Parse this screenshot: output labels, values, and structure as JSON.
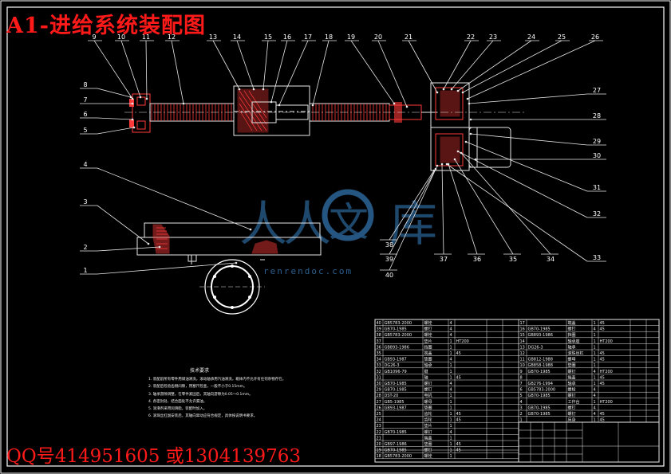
{
  "title": "A1-进给系统装配图",
  "contact": "QQ号414951605 或1304139763",
  "watermark": {
    "brand": "人人文库",
    "url": "renrendoc.com"
  },
  "colors": {
    "frame": "#ffffff",
    "title": "#ff1a1a",
    "parts": "#ff3a3a",
    "lines": "#e8e8e8",
    "watermark": "#2a5f8f",
    "ring": "#ffffff"
  },
  "balloons_top": [
    "9",
    "10",
    "11",
    "12",
    "13",
    "14",
    "15",
    "16",
    "17",
    "18",
    "19",
    "20",
    "21",
    "22",
    "23",
    "24",
    "25",
    "26"
  ],
  "balloons_left": [
    "8",
    "7",
    "6",
    "5",
    "4",
    "3",
    "2",
    "1"
  ],
  "balloons_right": [
    "27",
    "28",
    "29",
    "30",
    "31",
    "32",
    "33"
  ],
  "balloons_bottom": [
    "40",
    "39",
    "38",
    "37",
    "36",
    "35",
    "34"
  ],
  "notes": {
    "title": "技术要求",
    "items": [
      "1. 装配前所有零件用煤油清洗，滚动轴承用汽油清洗，箱体内不允许有任何杂物存在。",
      "2. 装配后检验齿侧间隙，用塞尺检查，一般不小于0.15mm。",
      "3. 轴承游隙调整，在零件紧固后，其轴向游隙为0.05～0.1mm。",
      "4. 各密封处、结合面处不允许漏油。",
      "5. 润滑剂采用润滑脂，装配时加入。",
      "6. 滚珠丝杠副安装后，其轴向窜动应符合规定，具体按说明书要求。"
    ]
  },
  "parts_list": {
    "left": [
      [
        "40",
        "GB5783-2000",
        "螺栓",
        "4",
        "",
        "",
        ""
      ],
      [
        "39",
        "GB70-1985",
        "螺钉",
        "4",
        "",
        "",
        ""
      ],
      [
        "38",
        "GB5783-2000",
        "螺栓",
        "4",
        "",
        "",
        ""
      ],
      [
        "37",
        "",
        "垫片",
        "1",
        "HT200",
        "",
        ""
      ],
      [
        "36",
        "GB893-1986",
        "挡圈",
        "1",
        "",
        "",
        ""
      ],
      [
        "35",
        "",
        "端盖",
        "1",
        "45",
        "",
        ""
      ],
      [
        "34",
        "GB93-1987",
        "垫圈",
        "4",
        "",
        "",
        ""
      ],
      [
        "33",
        "DG26-3",
        "轴承",
        "1",
        "",
        "",
        ""
      ],
      [
        "32",
        "GB1096-79",
        "键",
        "1",
        "",
        "",
        ""
      ],
      [
        "31",
        "",
        "轴",
        "1",
        "45",
        "",
        ""
      ],
      [
        "30",
        "GB70-1985",
        "螺钉",
        "4",
        "",
        "",
        ""
      ],
      [
        "29",
        "GB70-1985",
        "螺钉",
        "4",
        "",
        "",
        ""
      ],
      [
        "28",
        "DST-20",
        "电机",
        "1",
        "",
        "",
        ""
      ],
      [
        "27",
        "GB5-1985",
        "螺母",
        "1",
        "",
        "",
        ""
      ],
      [
        "26",
        "GB93-1987",
        "垫圈",
        "1",
        "",
        "",
        ""
      ],
      [
        "25",
        "",
        "齿轮",
        "1",
        "45",
        "",
        ""
      ],
      [
        "24",
        "",
        "齿轮",
        "1",
        "45",
        "",
        ""
      ],
      [
        "23",
        "",
        "垫片",
        "1",
        "",
        "",
        ""
      ],
      [
        "22",
        "GB70-1985",
        "螺钉",
        "4",
        "",
        "",
        ""
      ],
      [
        "21",
        "",
        "端盖",
        "1",
        "",
        "",
        ""
      ],
      [
        "20",
        "GB97-1986",
        "垫圈",
        "1",
        "45",
        "",
        ""
      ],
      [
        "19",
        "GB70-1985",
        "螺钉",
        "1",
        "45",
        "",
        ""
      ],
      [
        "18",
        "GB5783-2000",
        "螺栓",
        "1",
        "",
        "",
        ""
      ]
    ],
    "right": [
      [
        "17",
        "",
        "端盖",
        "1",
        "45",
        "",
        ""
      ],
      [
        "16",
        "GB70-1985",
        "螺钉",
        "4",
        "45",
        "",
        ""
      ],
      [
        "15",
        "GB893-1986",
        "挡圈",
        "1",
        "",
        "",
        ""
      ],
      [
        "14",
        "",
        "轴承座",
        "1",
        "HT200",
        "",
        ""
      ],
      [
        "13",
        "DG26-3",
        "轴承",
        "1",
        "",
        "",
        ""
      ],
      [
        "12",
        "",
        "滚珠丝杠",
        "1",
        "45",
        "",
        ""
      ],
      [
        "11",
        "GB812-1988",
        "螺母",
        "1",
        "45",
        "",
        ""
      ],
      [
        "10",
        "GB858-1988",
        "垫圈",
        "1",
        "",
        "",
        ""
      ],
      [
        "9",
        "GB70-1985",
        "螺钉",
        "4",
        "HT200",
        "",
        ""
      ],
      [
        "8",
        "",
        "端盖",
        "1",
        "45",
        "",
        ""
      ],
      [
        "7",
        "GB276-1994",
        "轴承",
        "1",
        "45",
        "",
        ""
      ],
      [
        "6",
        "GB5783-2000",
        "螺栓",
        "4",
        "",
        "",
        ""
      ],
      [
        "5",
        "GB70-1985",
        "螺钉",
        "4",
        "",
        "",
        ""
      ],
      [
        "4",
        "",
        "工作台",
        "1",
        "HT200",
        "",
        ""
      ],
      [
        "3",
        "GB70-1985",
        "螺钉",
        "4",
        "",
        "",
        ""
      ],
      [
        "2",
        "GB70-1985",
        "螺钉",
        "4",
        "45",
        "",
        ""
      ],
      [
        "1",
        "",
        "床身",
        "1",
        "45",
        "",
        ""
      ]
    ]
  }
}
